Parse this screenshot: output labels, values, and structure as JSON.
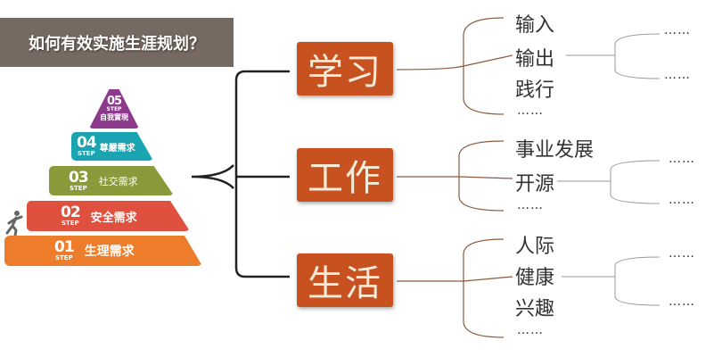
{
  "title": "如何有效实施生涯规划？",
  "pyramid": [
    {
      "num": "05",
      "step": "STEP",
      "label": "自我實現",
      "color": "#8e3a8c"
    },
    {
      "num": "04",
      "step": "STEP",
      "label": "尊嚴需求",
      "color": "#1aa3b0"
    },
    {
      "num": "03",
      "step": "STEP",
      "label": "社交需求",
      "color": "#8a9a3a"
    },
    {
      "num": "02",
      "step": "STEP",
      "label": "安全需求",
      "color": "#e0503f"
    },
    {
      "num": "01",
      "step": "STEP",
      "label": "生理需求",
      "color": "#ee7d2b"
    }
  ],
  "mindmap": {
    "branches": [
      {
        "label": "学习",
        "items": [
          "输入",
          "输出",
          "践行",
          "……"
        ],
        "sub": [
          "……",
          "……"
        ]
      },
      {
        "label": "工作",
        "items": [
          "事业发展",
          "开源",
          "……"
        ],
        "sub": [
          "……",
          "……"
        ]
      },
      {
        "label": "生活",
        "items": [
          "人际",
          "健康",
          "兴趣",
          "……"
        ],
        "sub": [
          "……",
          "……"
        ]
      }
    ]
  }
}
